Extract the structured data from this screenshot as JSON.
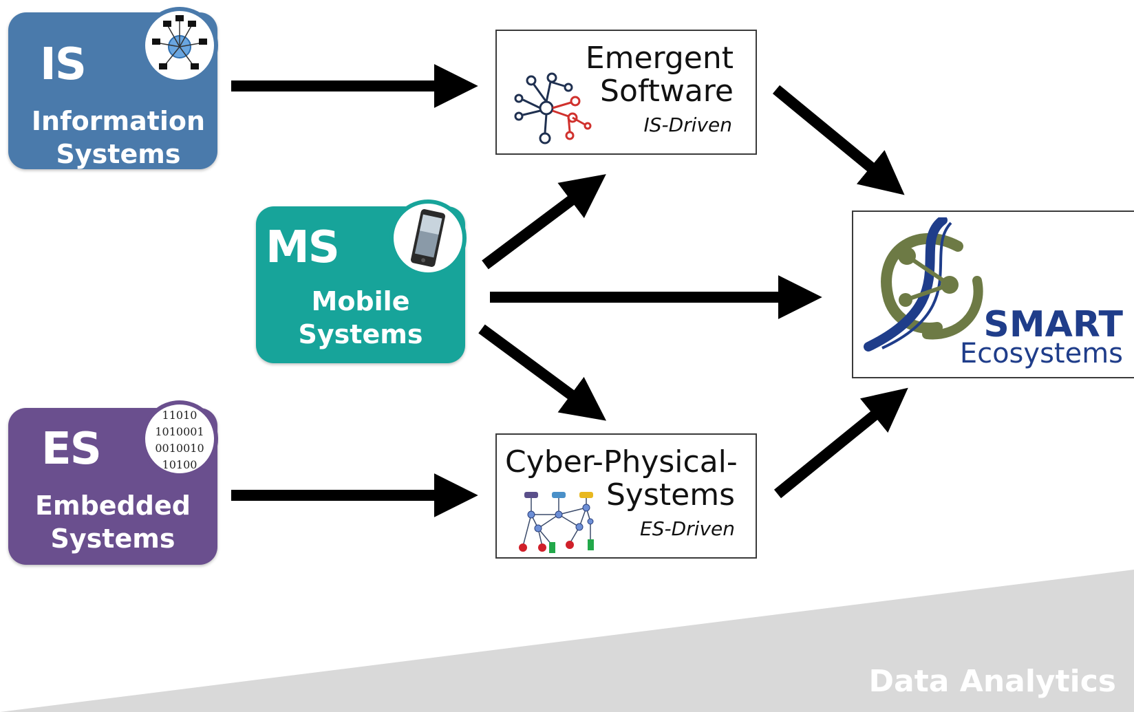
{
  "sources": {
    "is": {
      "abbr": "IS",
      "line1": "Information",
      "line2": "Systems",
      "color": "#4a7aab",
      "badge_icon": "network-globe-icon"
    },
    "ms": {
      "abbr": "MS",
      "line1": "Mobile",
      "line2": "Systems",
      "color": "#17a49a",
      "badge_icon": "smartphone-icon"
    },
    "es": {
      "abbr": "ES",
      "line1": "Embedded",
      "line2": "Systems",
      "color": "#6a4f8e",
      "badge_icon": "binary-code-icon",
      "binary_lines": [
        "11010",
        "1010001",
        "0010010",
        "10100"
      ]
    }
  },
  "intermediates": {
    "emergent": {
      "line1": "Emergent",
      "line2": "Software",
      "subtitle": "IS-Driven",
      "icon": "node-graph-icon"
    },
    "cps": {
      "line1": "Cyber-Physical-",
      "line2": "Systems",
      "subtitle": "ES-Driven",
      "icon": "device-network-icon"
    }
  },
  "target": {
    "line1": "SMART",
    "line2": "Ecosystems",
    "icon": "smart-logo-icon",
    "accent": "#1f3d8a",
    "logo_green": "#6d7a45"
  },
  "footer": {
    "label": "Data Analytics",
    "band_color": "#d9d9d9"
  }
}
